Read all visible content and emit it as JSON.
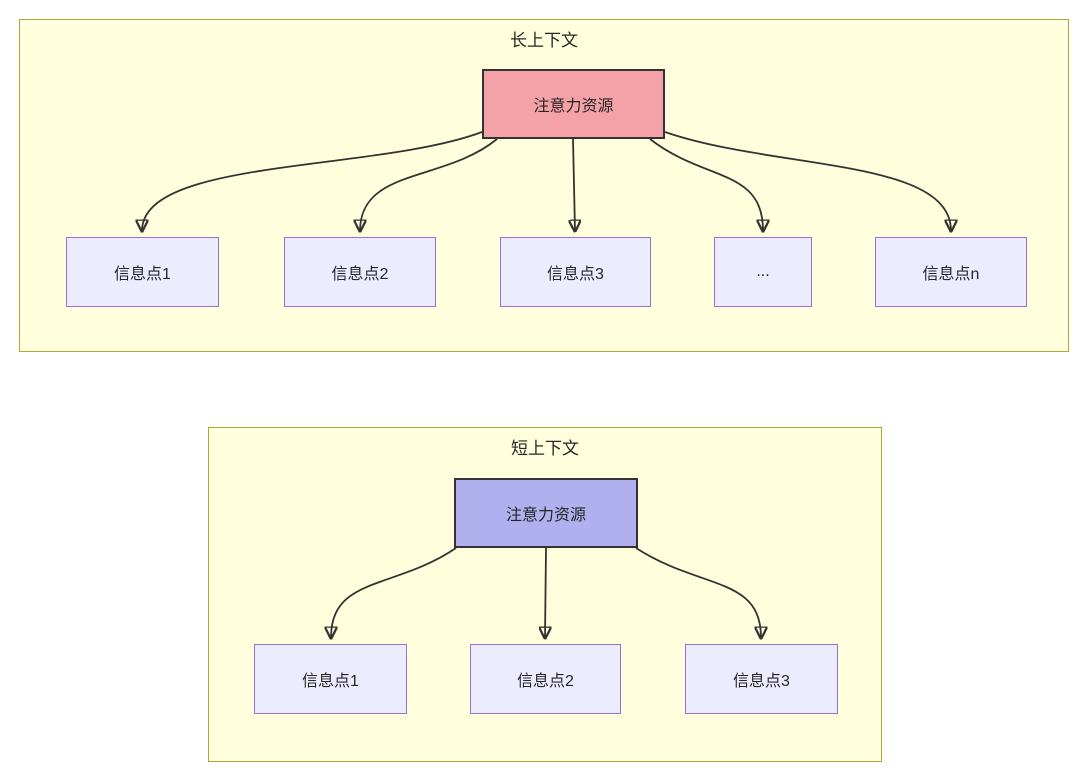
{
  "diagram": {
    "type": "flowchart",
    "panels": [
      {
        "title": "长上下文",
        "attention_label": "注意力资源",
        "nodes": [
          {
            "label": "信息点1"
          },
          {
            "label": "信息点2"
          },
          {
            "label": "信息点3"
          },
          {
            "label": "..."
          },
          {
            "label": "信息点n"
          }
        ]
      },
      {
        "title": "短上下文",
        "attention_label": "注意力资源",
        "nodes": [
          {
            "label": "信息点1"
          },
          {
            "label": "信息点2"
          },
          {
            "label": "信息点3"
          }
        ]
      }
    ],
    "colors": {
      "panel_fill": "#ffffde",
      "panel_border": "#aaaa33",
      "node_fill": "#ececff",
      "node_border": "#9370db",
      "attention_long_fill": "#f4a2a8",
      "attention_short_fill": "#b0b0ee",
      "attention_border": "#333333",
      "edge_color": "#333333",
      "text_color": "#262626"
    }
  }
}
